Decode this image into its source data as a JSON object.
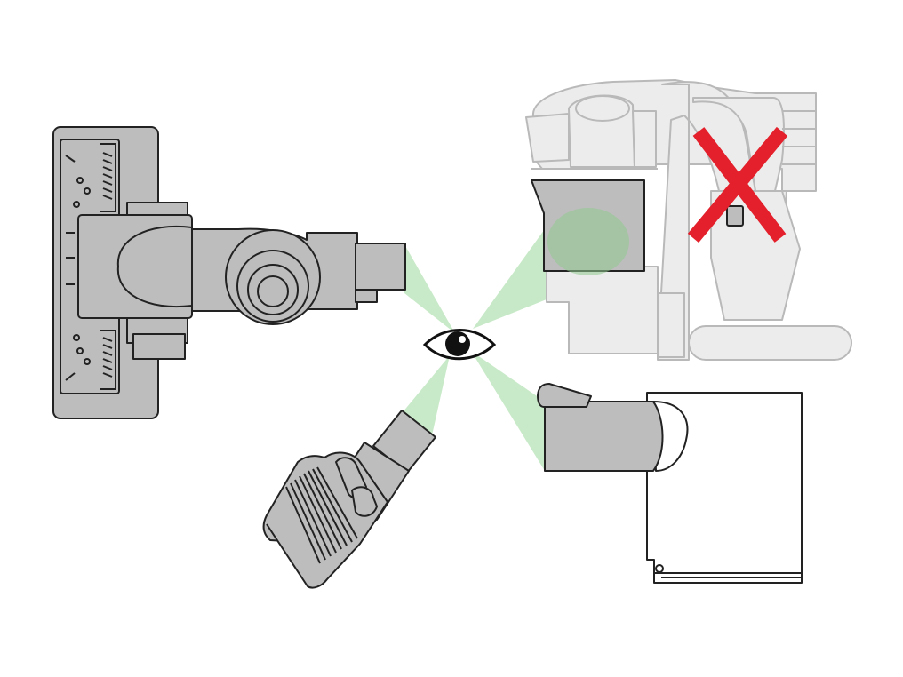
{
  "diagram": {
    "description_visible_text": "",
    "components": [
      {
        "id": "motorhead-tool",
        "status": "check"
      },
      {
        "id": "vacuum-body",
        "status": "incorrect"
      },
      {
        "id": "brush-tool",
        "status": "check"
      },
      {
        "id": "bin-cyclone",
        "status": "check"
      }
    ],
    "colors": {
      "part_fill": "#bdbdbd",
      "part_stroke": "#222222",
      "faded_fill": "#ececec",
      "faded_stroke": "#b9b9b9",
      "view_cone": "#bfe6bf",
      "cross_mark": "#e3202b",
      "eye": "#111111"
    },
    "icons": [
      "eye-icon",
      "cross-mark-icon"
    ]
  }
}
